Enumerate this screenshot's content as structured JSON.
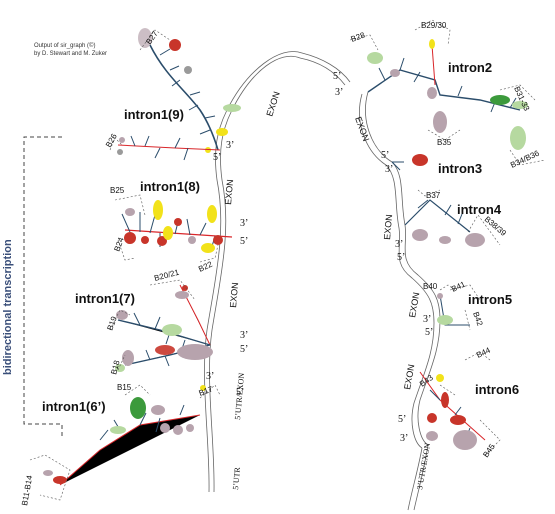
{
  "credit": {
    "line1": "Output of sir_graph (©)",
    "line2": "by D. Stewart and M. Zuker"
  },
  "side_label": "bidirectional transcription",
  "introns": {
    "i1_9": "intron1(9)",
    "i1_8": "intron1(8)",
    "i1_7": "intron1(7)",
    "i1_6": "intron1(6’)",
    "i2": "intron2",
    "i3": "intron3",
    "i4": "intron4",
    "i5": "intron5",
    "i6": "intron6"
  },
  "exon_label": "EXON",
  "utr_labels": {
    "utr5_exon": "5’UTR/EXON",
    "utr5": "5’UTR",
    "utr3_exon": "3’UTR/EXON"
  },
  "primes": {
    "five": "5’",
    "three": "3’"
  },
  "b_labels": {
    "b27": "B27",
    "b26": "B26",
    "b25": "B25",
    "b24": "B24",
    "b22": "B22",
    "b20_21": "B20/21",
    "b19": "B19",
    "b18": "B18",
    "b15": "B15",
    "b17": "B17",
    "b11_14": "B11-B14",
    "b28": "B28",
    "b29_30": "B29/30",
    "b31_33": "B31-33",
    "b35": "B35",
    "b34_36": "B34/B36",
    "b37": "B37",
    "b38_39": "B38/39",
    "b40": "B40",
    "b41": "B41",
    "b42": "B42",
    "b44": "B44",
    "b43": "B43",
    "b45": "B45"
  },
  "colors": {
    "strand": "#666666",
    "branch": "#2b4d6b",
    "link": "#d9262a",
    "red": "#c8352a",
    "yellow": "#f2e21a",
    "green": "#3c9a3c",
    "lightgreen": "#b6d9a0",
    "mauve": "#b7a3ad",
    "grey": "#9a9a9a",
    "side": "#3a4f7a"
  }
}
